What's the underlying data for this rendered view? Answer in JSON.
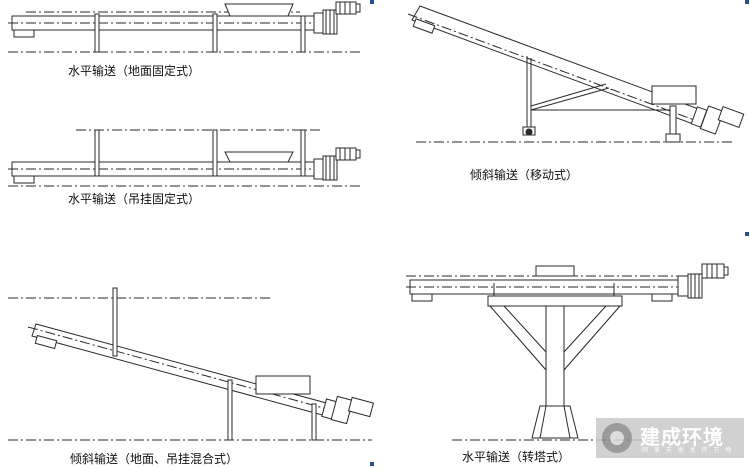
{
  "captions": {
    "horizontal_floor": "水平输送（地面固定式）",
    "horizontal_hanging": "水平输送（吊挂固定式）",
    "inclined_mobile": "倾斜输送（移动式）",
    "inclined_mixed": "倾斜输送（地面、吊挂混合式）",
    "horizontal_tower": "水平输送（转塔式）"
  },
  "watermark": {
    "brand": "建成环境",
    "tagline": "同 享 天 地   关 怀 万 物"
  },
  "colors": {
    "line": "#2a2a2a",
    "centerline": "#444444",
    "corner_mark": "#1e4f9a"
  }
}
